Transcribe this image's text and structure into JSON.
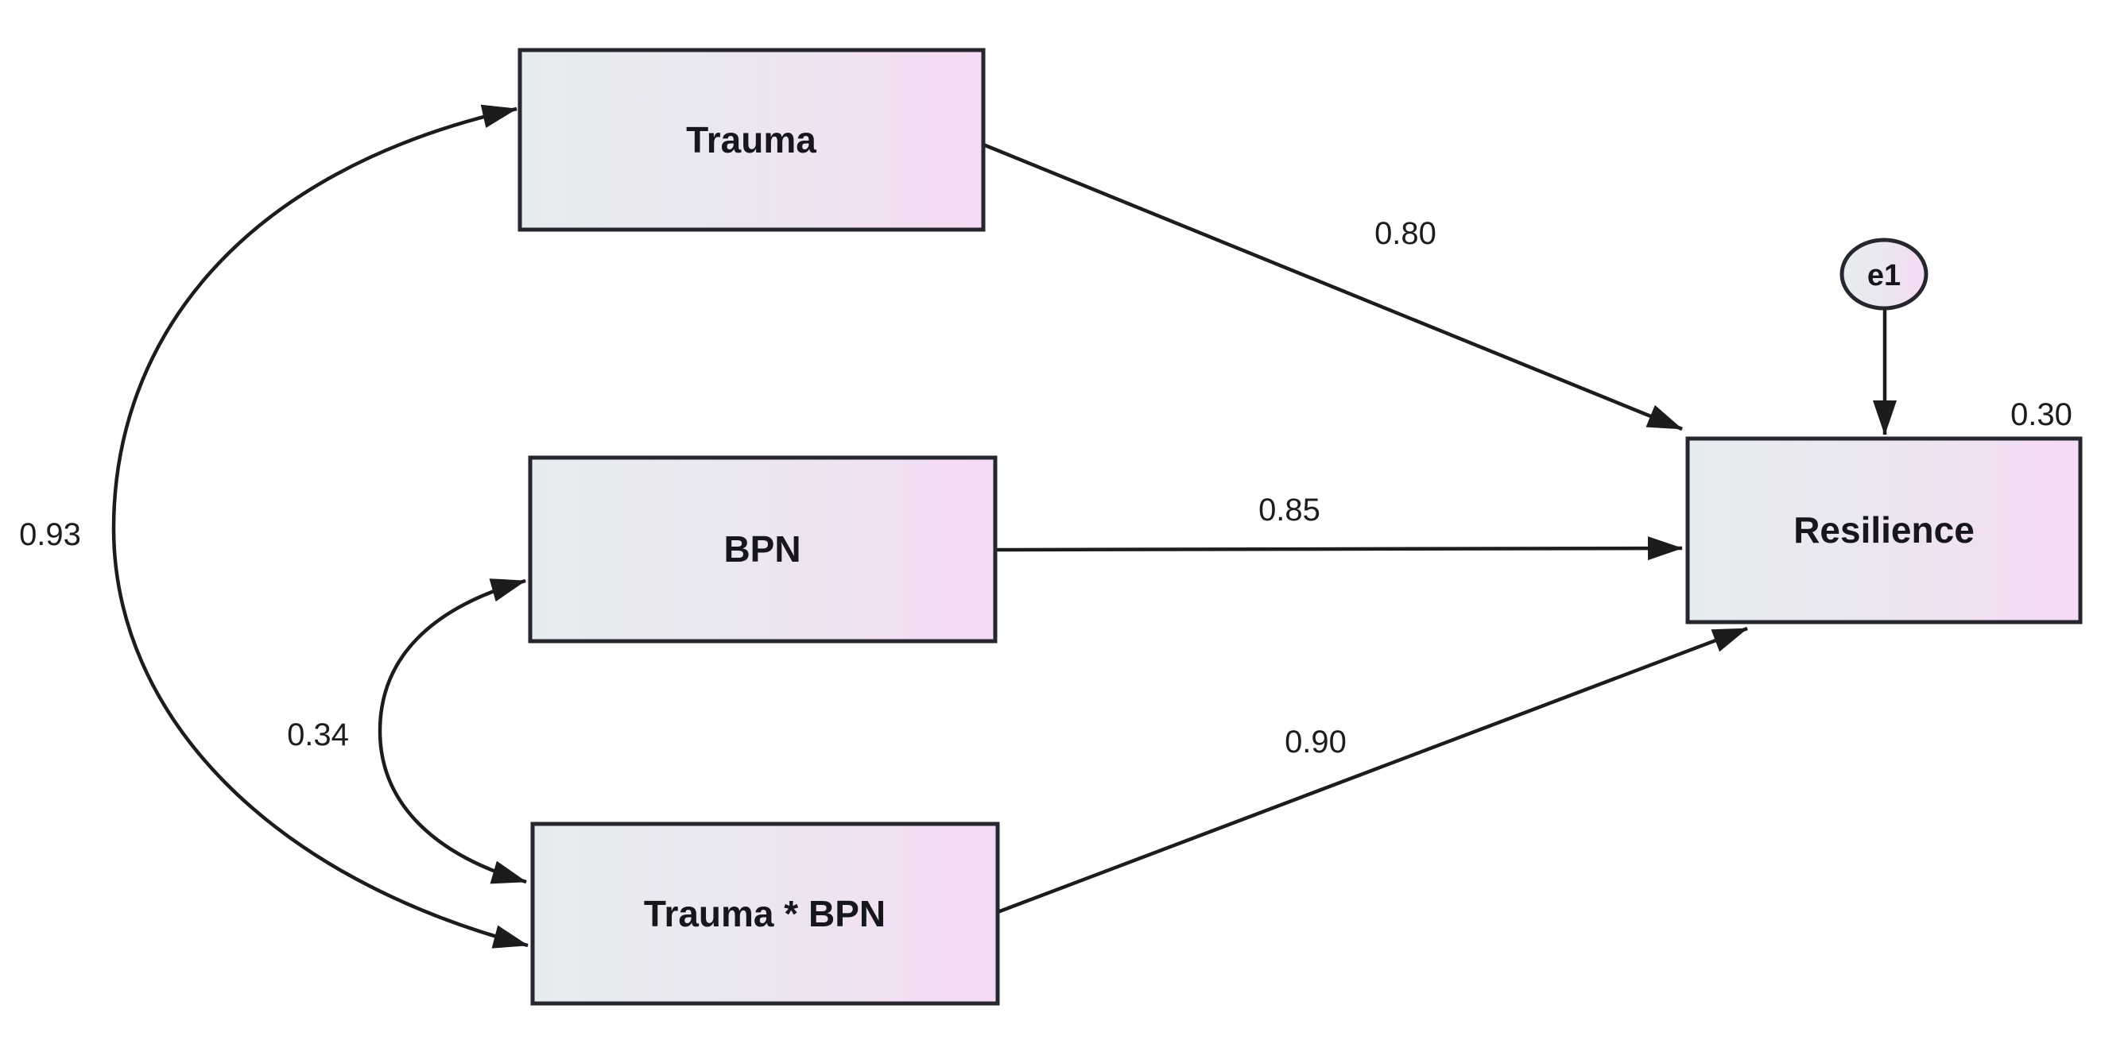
{
  "diagram": {
    "type": "structural-path-diagram",
    "nodes": {
      "trauma": {
        "label": "Trauma"
      },
      "bpn": {
        "label": "BPN"
      },
      "trauma_bpn": {
        "label": "Trauma * BPN"
      },
      "resilience": {
        "label": "Resilience",
        "r_squared": "0.30"
      },
      "error_term": {
        "label": "e1"
      }
    },
    "edges": {
      "trauma_to_resilience": {
        "coefficient": "0.80"
      },
      "bpn_to_resilience": {
        "coefficient": "0.85"
      },
      "trauma_bpn_to_resilience": {
        "coefficient": "0.90"
      },
      "covariance_trauma_with_trauma_bpn": {
        "coefficient": "0.93"
      },
      "covariance_bpn_with_trauma_bpn": {
        "coefficient": "0.34"
      },
      "e1_to_resilience": {
        "coefficient": ""
      }
    },
    "colors": {
      "background": "#ffffff",
      "box_gradient_left": "#e5edef",
      "box_gradient_mid": "#ece6f0",
      "box_gradient_right": "#f5daf5",
      "box_border": "#26262e",
      "arrow_stroke": "#1c1c1f",
      "text": "#16161c"
    }
  }
}
